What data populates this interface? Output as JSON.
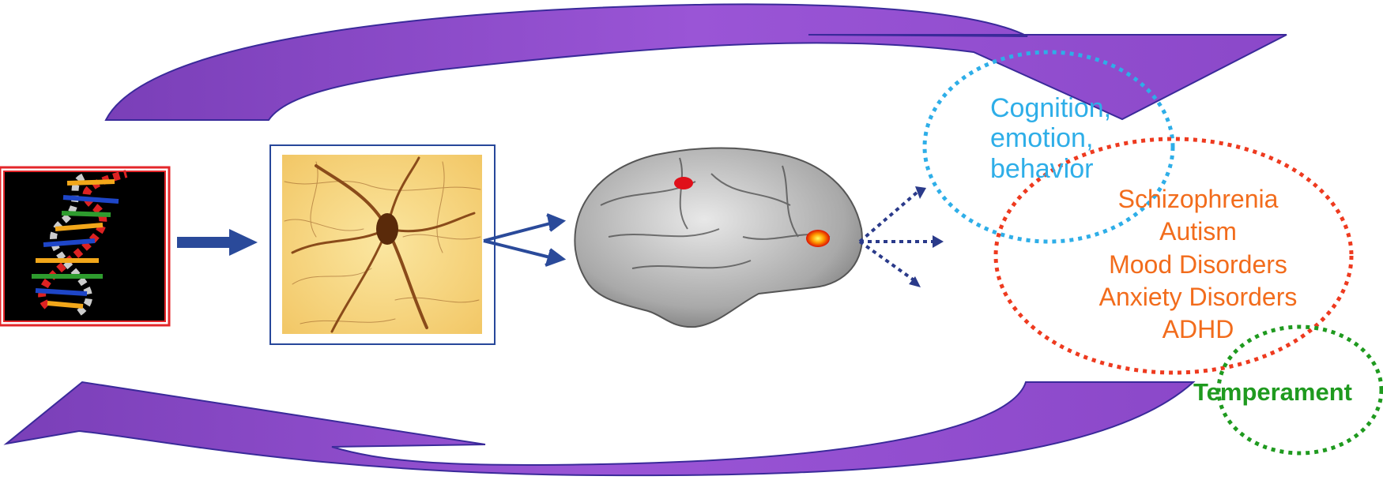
{
  "colors": {
    "arrow_purple": "#8b48c9",
    "arrow_dark": "#2a4a9a",
    "cognition_blue": "#2eaee8",
    "disorder_red": "#ee3a1f",
    "disorder_text": "#f26c1c",
    "temperament_green": "#1f9a1f",
    "gene_frame": "#e3262a",
    "neuron_frame": "#27479a"
  },
  "icons": [
    "dna-double-helix-image",
    "neuron-micrograph-image",
    "brain-activation-scan-image"
  ],
  "labels": {
    "cognition": [
      "Cognition,",
      "emotion,",
      "behavior"
    ],
    "disorders": [
      "Schizophrenia",
      "Autism",
      "Mood Disorders",
      "Anxiety Disorders",
      "ADHD"
    ],
    "temperament": "Temperament"
  }
}
